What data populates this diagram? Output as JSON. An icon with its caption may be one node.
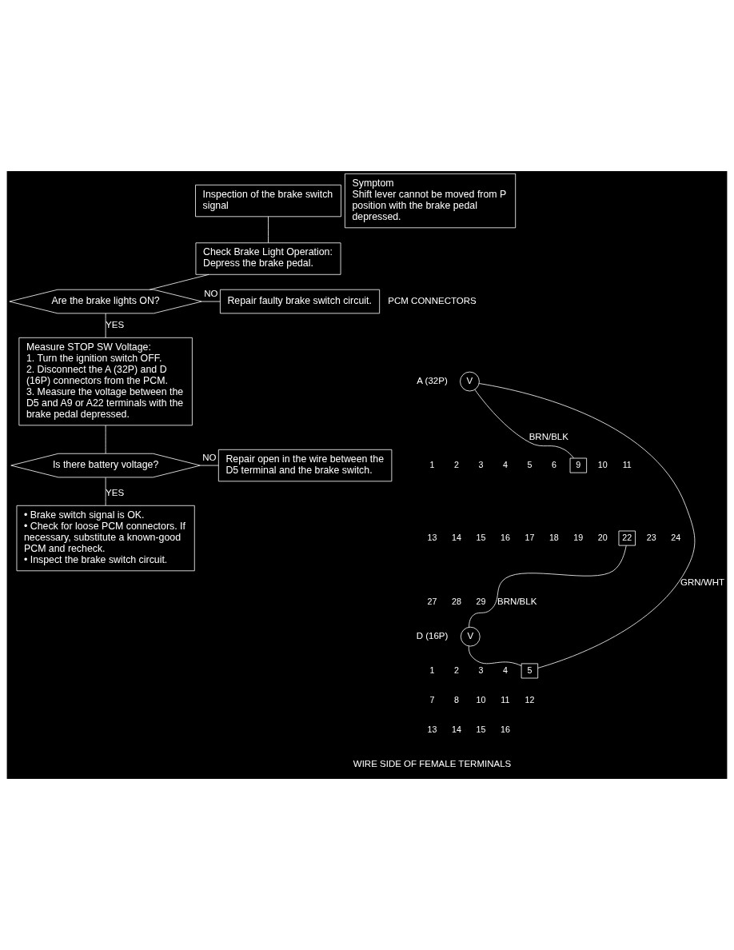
{
  "diagram": {
    "nodes": [
      {
        "text": [
          "Inspection of the brake switch signal"
        ]
      },
      {
        "text": [
          "Symptom",
          "Shift lever cannot be moved from P position with the brake pedal depressed."
        ]
      },
      {
        "text": [
          "Check Brake Light Operation:",
          "Depress the brake pedal."
        ]
      },
      {
        "text": [
          "Are the brake lights ON?"
        ]
      },
      {
        "text": [
          "Repair faulty brake switch circuit."
        ]
      },
      {
        "text": [
          "Measure STOP SW Voltage:",
          "1. Turn the ignition switch OFF.",
          "2. Disconnect the A (32P) and D (16P) connectors from the PCM.",
          "3. Measure the voltage between the D5 and A9 or A22 terminals with the brake pedal depressed."
        ]
      },
      {
        "text": [
          "Is there battery voltage?"
        ]
      },
      {
        "text": [
          "Repair open in the wire between the D5 terminal and the brake switch."
        ]
      },
      {
        "text": [
          "• Brake switch signal is OK.",
          "• Check for loose PCM connectors. If necessary, substitute a known-good PCM and recheck.",
          "• Inspect the brake switch circuit."
        ]
      },
      {
        "text": [
          "9"
        ]
      },
      {
        "text": [
          "22"
        ]
      },
      {
        "text": [
          "5"
        ]
      },
      {
        "text": [
          "V"
        ]
      },
      {
        "text": [
          "V"
        ]
      }
    ],
    "edges": [
      {
        "from": 0,
        "to": 2,
        "arrow": "none"
      },
      {
        "from": 2,
        "to": 3,
        "arrow": "none"
      },
      {
        "from": 3,
        "to": 4,
        "arrow": "none",
        "label": "NO"
      },
      {
        "from": 3,
        "to": 5,
        "arrow": "none",
        "label": "YES"
      },
      {
        "from": 5,
        "to": 6,
        "arrow": "none"
      },
      {
        "from": 6,
        "to": 7,
        "arrow": "none",
        "label": "NO"
      },
      {
        "from": 6,
        "to": 8,
        "arrow": "none",
        "label": "YES"
      },
      {
        "from": 9,
        "to": 12,
        "arrow": "none",
        "label": "BRN/BLK"
      },
      {
        "from": 12,
        "to": 11,
        "arrow": "none",
        "label": "GRN/WHT"
      },
      {
        "from": 11,
        "to": 13,
        "arrow": "none"
      },
      {
        "from": 13,
        "to": 10,
        "arrow": "none",
        "label": "BRN/BLK"
      }
    ],
    "labels": [
      "PCM CONNECTORS",
      "A (32P)",
      "1",
      "2",
      "3",
      "4",
      "5",
      "6",
      "10",
      "11",
      "1",
      "2",
      "3",
      "4",
      "13",
      "14",
      "15",
      "16",
      "17",
      "18",
      "19",
      "20",
      "23",
      "24",
      "7",
      "8",
      "10",
      "11",
      "12",
      "27",
      "28",
      "29",
      "13",
      "14",
      "15",
      "16",
      "D (16P)",
      "WIRE SIDE OF FEMALE TERMINALS"
    ]
  }
}
